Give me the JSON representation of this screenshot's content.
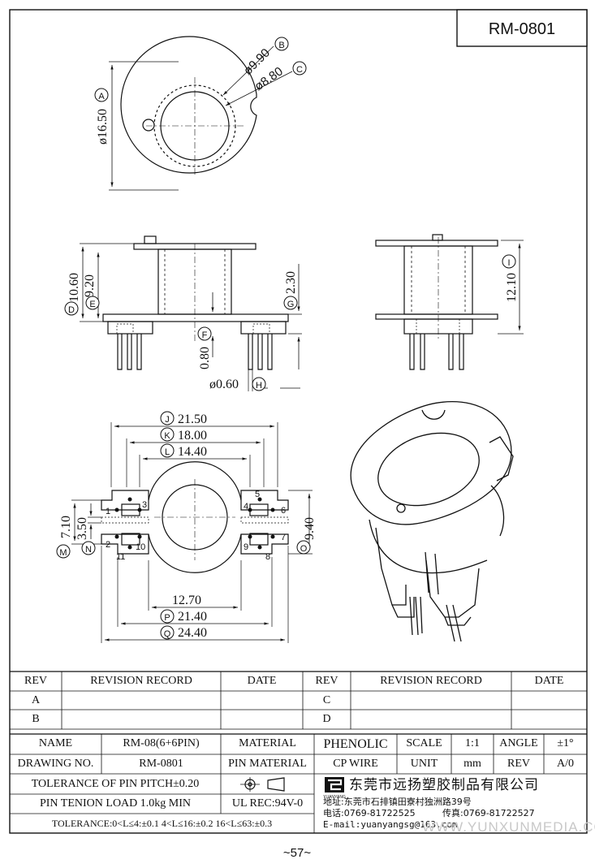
{
  "title_block": {
    "part_number": "RM-0801"
  },
  "dimensions": {
    "top_view": {
      "outer": "ø16.50",
      "inner_b": "ø9.90",
      "inner_c": "ø8.80",
      "A": "A",
      "B": "B",
      "C": "C"
    },
    "side_view": {
      "D_val": "10.60",
      "E_val": "9.20",
      "G_val": "2.30",
      "F_val": "0.80",
      "H_val": "ø0.60",
      "I_val": "12.10",
      "D": "D",
      "E": "E",
      "F": "F",
      "G": "G",
      "H": "H",
      "I": "I"
    },
    "bottom_view": {
      "J_val": "21.50",
      "K_val": "18.00",
      "L_val": "14.40",
      "M_val": "7.10",
      "N_val": "3.50",
      "O_val": "9.40",
      "span": "12.70",
      "P_val": "21.40",
      "Q_val": "24.40",
      "J": "J",
      "K": "K",
      "L": "L",
      "M": "M",
      "N": "N",
      "O": "O",
      "P": "P",
      "Q": "Q",
      "pins": [
        "1",
        "2",
        "3",
        "4",
        "5",
        "6",
        "7",
        "8",
        "9",
        "10",
        "11"
      ]
    }
  },
  "revision_table": {
    "headers": [
      "REV",
      "REVISION RECORD",
      "DATE",
      "REV",
      "REVISION RECORD",
      "DATE"
    ],
    "rows": [
      [
        "A",
        "",
        "",
        "C",
        "",
        ""
      ],
      [
        "B",
        "",
        "",
        "D",
        "",
        ""
      ]
    ]
  },
  "spec": {
    "name_label": "NAME",
    "name_value": "RM-08(6+6PIN)",
    "material_label": "MATERIAL",
    "material_value": "PHENOLIC",
    "scale_label": "SCALE",
    "scale_value": "1:1",
    "angle_label": "ANGLE",
    "angle_value": "±1°",
    "drawing_no_label": "DRAWING NO.",
    "drawing_no_value": "RM-0801",
    "pin_material_label": "PIN MATERIAL",
    "pin_material_value": "CP WIRE",
    "unit_label": "UNIT",
    "unit_value": "mm",
    "rev_label": "REV",
    "rev_value": "A/0",
    "tolerance_pitch": "TOLERANCE OF PIN PITCH±0.20",
    "pin_tension": "PIN TENION LOAD 1.0kg MIN",
    "ul_rec": "UL REC:94V-0",
    "tolerance_ranges": "TOLERANCE:0<L≤4:±0.1  4<L≤16:±0.2  16<L≤63:±0.3"
  },
  "company": {
    "name": "东莞市远扬塑胶制品有限公司",
    "logo_text": "YUANYANG",
    "address": "地址:东莞市石排镇田寮村独洲路39号",
    "phone": "电话:0769-81722525",
    "fax": "传真:0769-81722527",
    "email": "E-mail:yuanyangsg@163.com"
  },
  "watermark": "WWW.YUNXUNMEDIA.COM",
  "page_number": "~57~"
}
